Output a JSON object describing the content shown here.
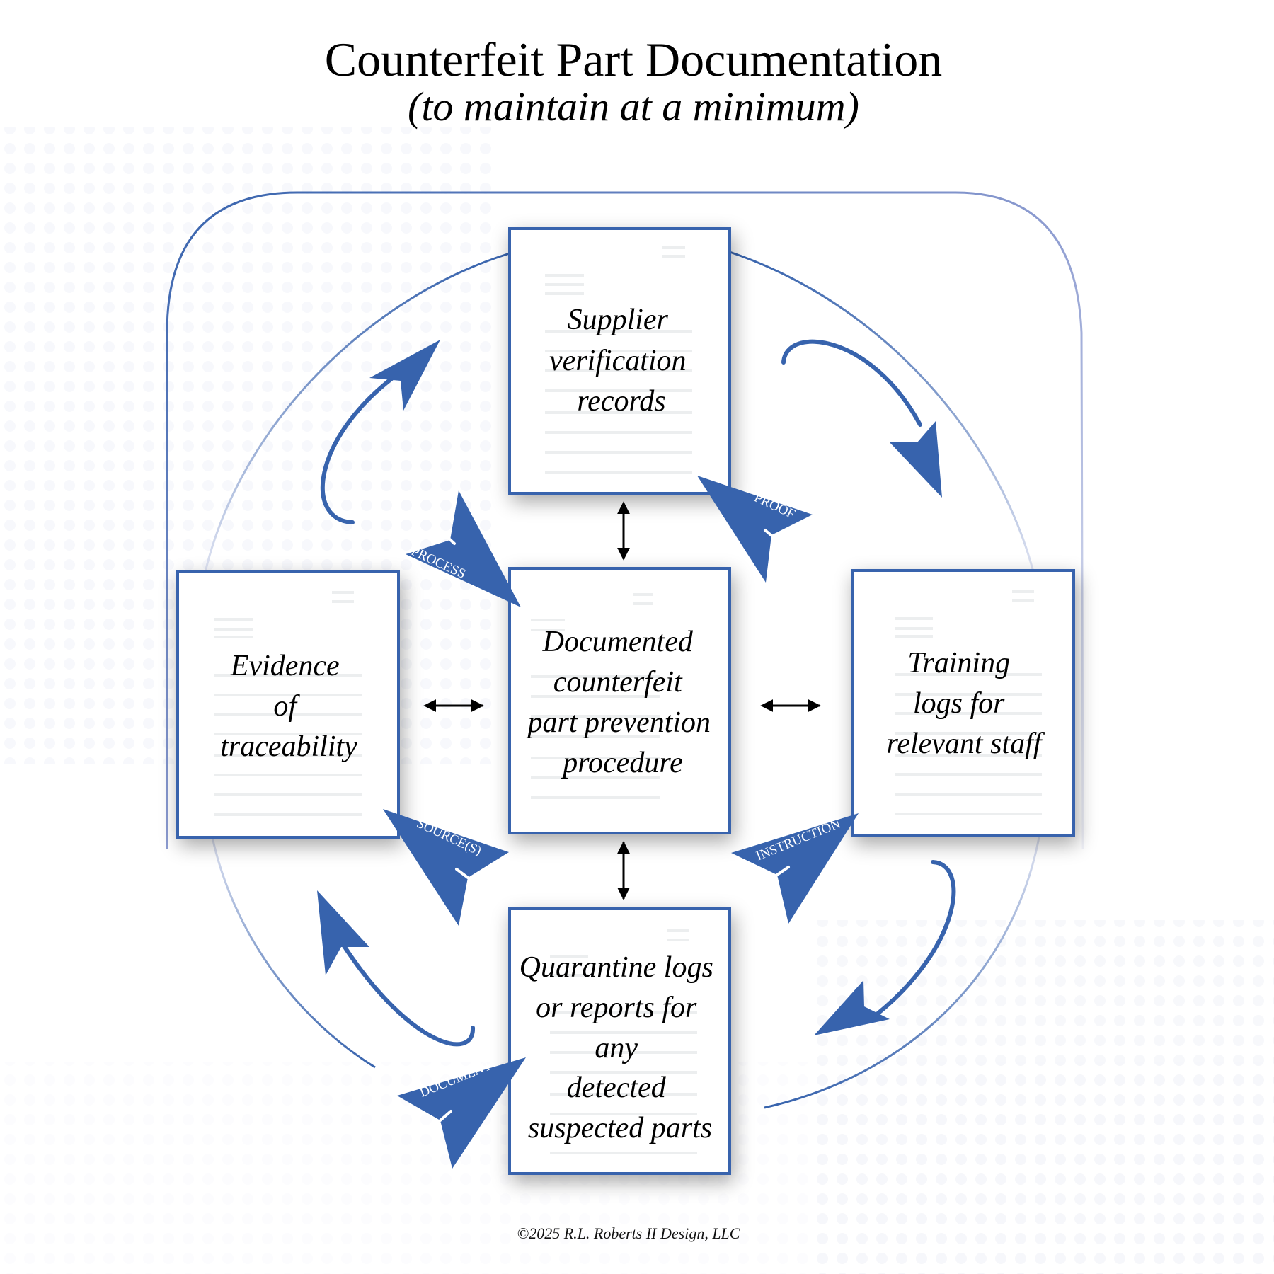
{
  "header": {
    "title": "Counterfeit Part Documentation",
    "subtitle": "(to maintain at a minimum)"
  },
  "colors": {
    "accent": "#3763ad",
    "frame_light": "#c7cde6",
    "doc_lines": "#eceeef",
    "connector": "#000000"
  },
  "documents": {
    "top": {
      "lines": [
        "Supplier",
        "verification",
        "records"
      ]
    },
    "left": {
      "lines": [
        "Evidence",
        "of",
        "traceability"
      ]
    },
    "center": {
      "lines": [
        "Documented",
        "counterfeit",
        "part prevention",
        "procedure"
      ]
    },
    "right": {
      "lines": [
        "Training",
        "logs for",
        "relevant staff"
      ]
    },
    "bottom": {
      "lines": [
        "Quarantine logs",
        "or reports for",
        "any",
        "detected",
        "suspected parts"
      ]
    }
  },
  "arrow_labels": {
    "process": "PROCESS",
    "proof": "PROOF",
    "sources": "SOURCE(S)",
    "instruction": "INSTRUCTION",
    "document": "DOCUMENT"
  },
  "footer": {
    "copyright": "©2025 R.L. Roberts II Design, LLC"
  }
}
